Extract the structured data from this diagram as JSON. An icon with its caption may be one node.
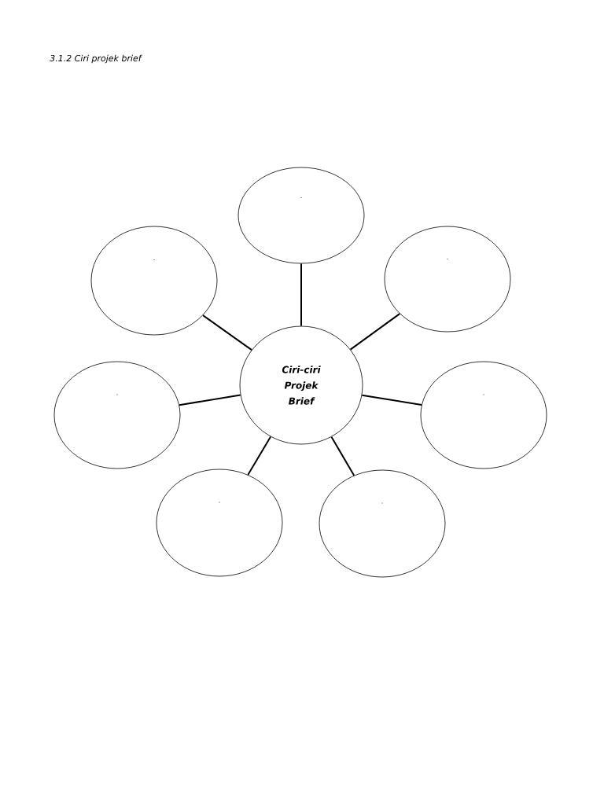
{
  "diagram": {
    "title": "3.1.2  Ciri projek brief",
    "nodes": [
      {
        "text": [
          "Ciri-ciri Projek Brief"
        ]
      },
      {
        "text": [
          "."
        ]
      },
      {
        "text": [
          "."
        ]
      },
      {
        "text": [
          "."
        ]
      },
      {
        "text": [
          "."
        ]
      },
      {
        "text": [
          "."
        ]
      },
      {
        "text": [
          "."
        ]
      },
      {
        "text": [
          "."
        ]
      }
    ],
    "edges": [
      {
        "from": 0,
        "to": 1,
        "arrow": "none"
      },
      {
        "from": 0,
        "to": 2,
        "arrow": "none"
      },
      {
        "from": 0,
        "to": 3,
        "arrow": "none"
      },
      {
        "from": 0,
        "to": 4,
        "arrow": "none"
      },
      {
        "from": 0,
        "to": 5,
        "arrow": "none"
      },
      {
        "from": 0,
        "to": 6,
        "arrow": "none"
      },
      {
        "from": 0,
        "to": 7,
        "arrow": "none"
      }
    ]
  }
}
